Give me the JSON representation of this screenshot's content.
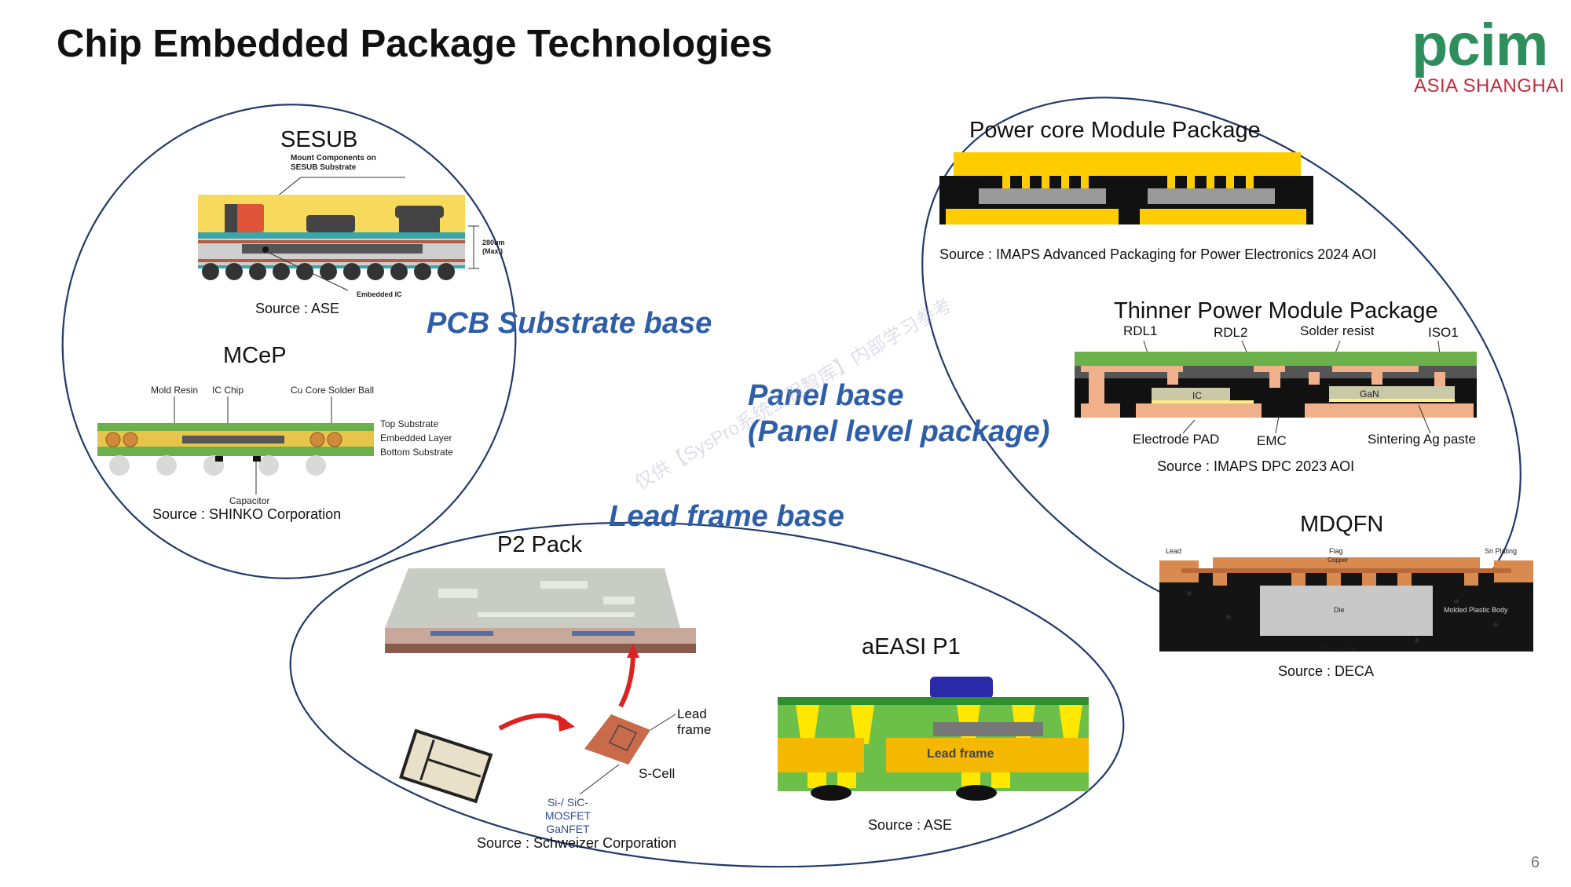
{
  "slide": {
    "title": "Chip Embedded Package Technologies",
    "page_number": "6",
    "watermark": "仅供【SysPro系统工程智库】内部学习参考"
  },
  "logo": {
    "main": "pcim",
    "sub": "ASIA SHANGHAI",
    "main_color": "#2e8f5c",
    "sub_color": "#c52a3c"
  },
  "categories": {
    "pcb": "PCB Substrate base",
    "panel_line1": "Panel base",
    "panel_line2": "(Panel level package)",
    "leadframe": "Lead frame base"
  },
  "sesub": {
    "title": "SESUB",
    "callout_top": "Mount Components on SESUB Substrate",
    "dimension": "280um (Max.)",
    "callout_bottom": "Embedded IC",
    "source": "Source : ASE"
  },
  "mcep": {
    "title": "MCeP",
    "labels": [
      "Mold Resin",
      "IC Chip",
      "Cu Core Solder Ball"
    ],
    "layers": [
      "Top Substrate",
      "Embedded Layer",
      "Bottom Substrate"
    ],
    "capacitor": "Capacitor",
    "source": "Source : SHINKO Corporation"
  },
  "power_core": {
    "title": "Power core Module Package",
    "source": "Source : IMAPS Advanced Packaging for Power Electronics 2024 AOI"
  },
  "thinner": {
    "title": "Thinner Power Module Package",
    "top_labels": [
      "RDL1",
      "RDL2",
      "Solder resist",
      "ISO1"
    ],
    "bottom_labels": [
      "Electrode PAD",
      "EMC",
      "Sintering Ag paste"
    ],
    "chip_labels": [
      "IC",
      "GaN"
    ],
    "source": "Source : IMAPS DPC 2023 AOI"
  },
  "mdqfn": {
    "title": "MDQFN",
    "labels": [
      "Lead",
      "Flag",
      "Copper",
      "Sn Plating",
      "Die",
      "Molded Plastic Body",
      "Die up view"
    ],
    "source": "Source : DECA"
  },
  "p2pack": {
    "title": "P2 Pack",
    "lead_frame": "Lead frame",
    "scell": "S-Cell",
    "chip_types": "Si-/ SiC-MOSFET GaNFET",
    "source": "Source : Schweizer Corporation"
  },
  "aeasi": {
    "title": "aEASI P1",
    "lead_frame": "Lead frame",
    "source": "Source : ASE"
  }
}
